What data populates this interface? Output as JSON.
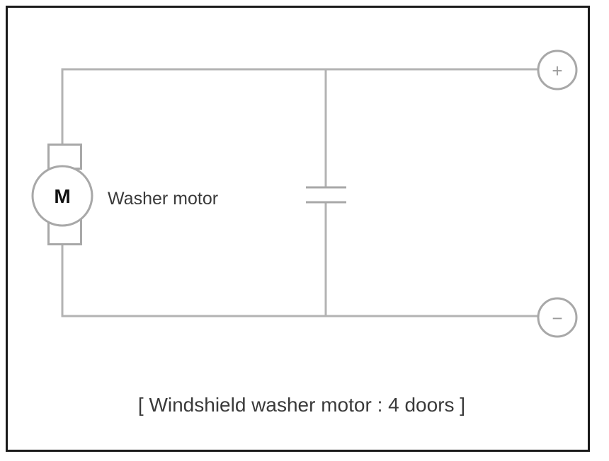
{
  "figure": {
    "caption": "[ Windshield washer motor : 4 doors ]",
    "border_color": "#1a1a1a",
    "background_color": "#ffffff",
    "wire_color": "#b3b3b3",
    "symbol_color": "#a8a8a8",
    "text_color": "#3a3a3a"
  },
  "components": {
    "motor": {
      "glyph": "M",
      "label": "Washer motor",
      "icon_name": "dc-motor-symbol"
    },
    "capacitor": {
      "label": "",
      "icon_name": "capacitor-symbol"
    },
    "terminal_positive": {
      "glyph": "+",
      "icon_name": "positive-terminal-icon"
    },
    "terminal_negative": {
      "glyph": "−",
      "icon_name": "negative-terminal-icon"
    }
  }
}
